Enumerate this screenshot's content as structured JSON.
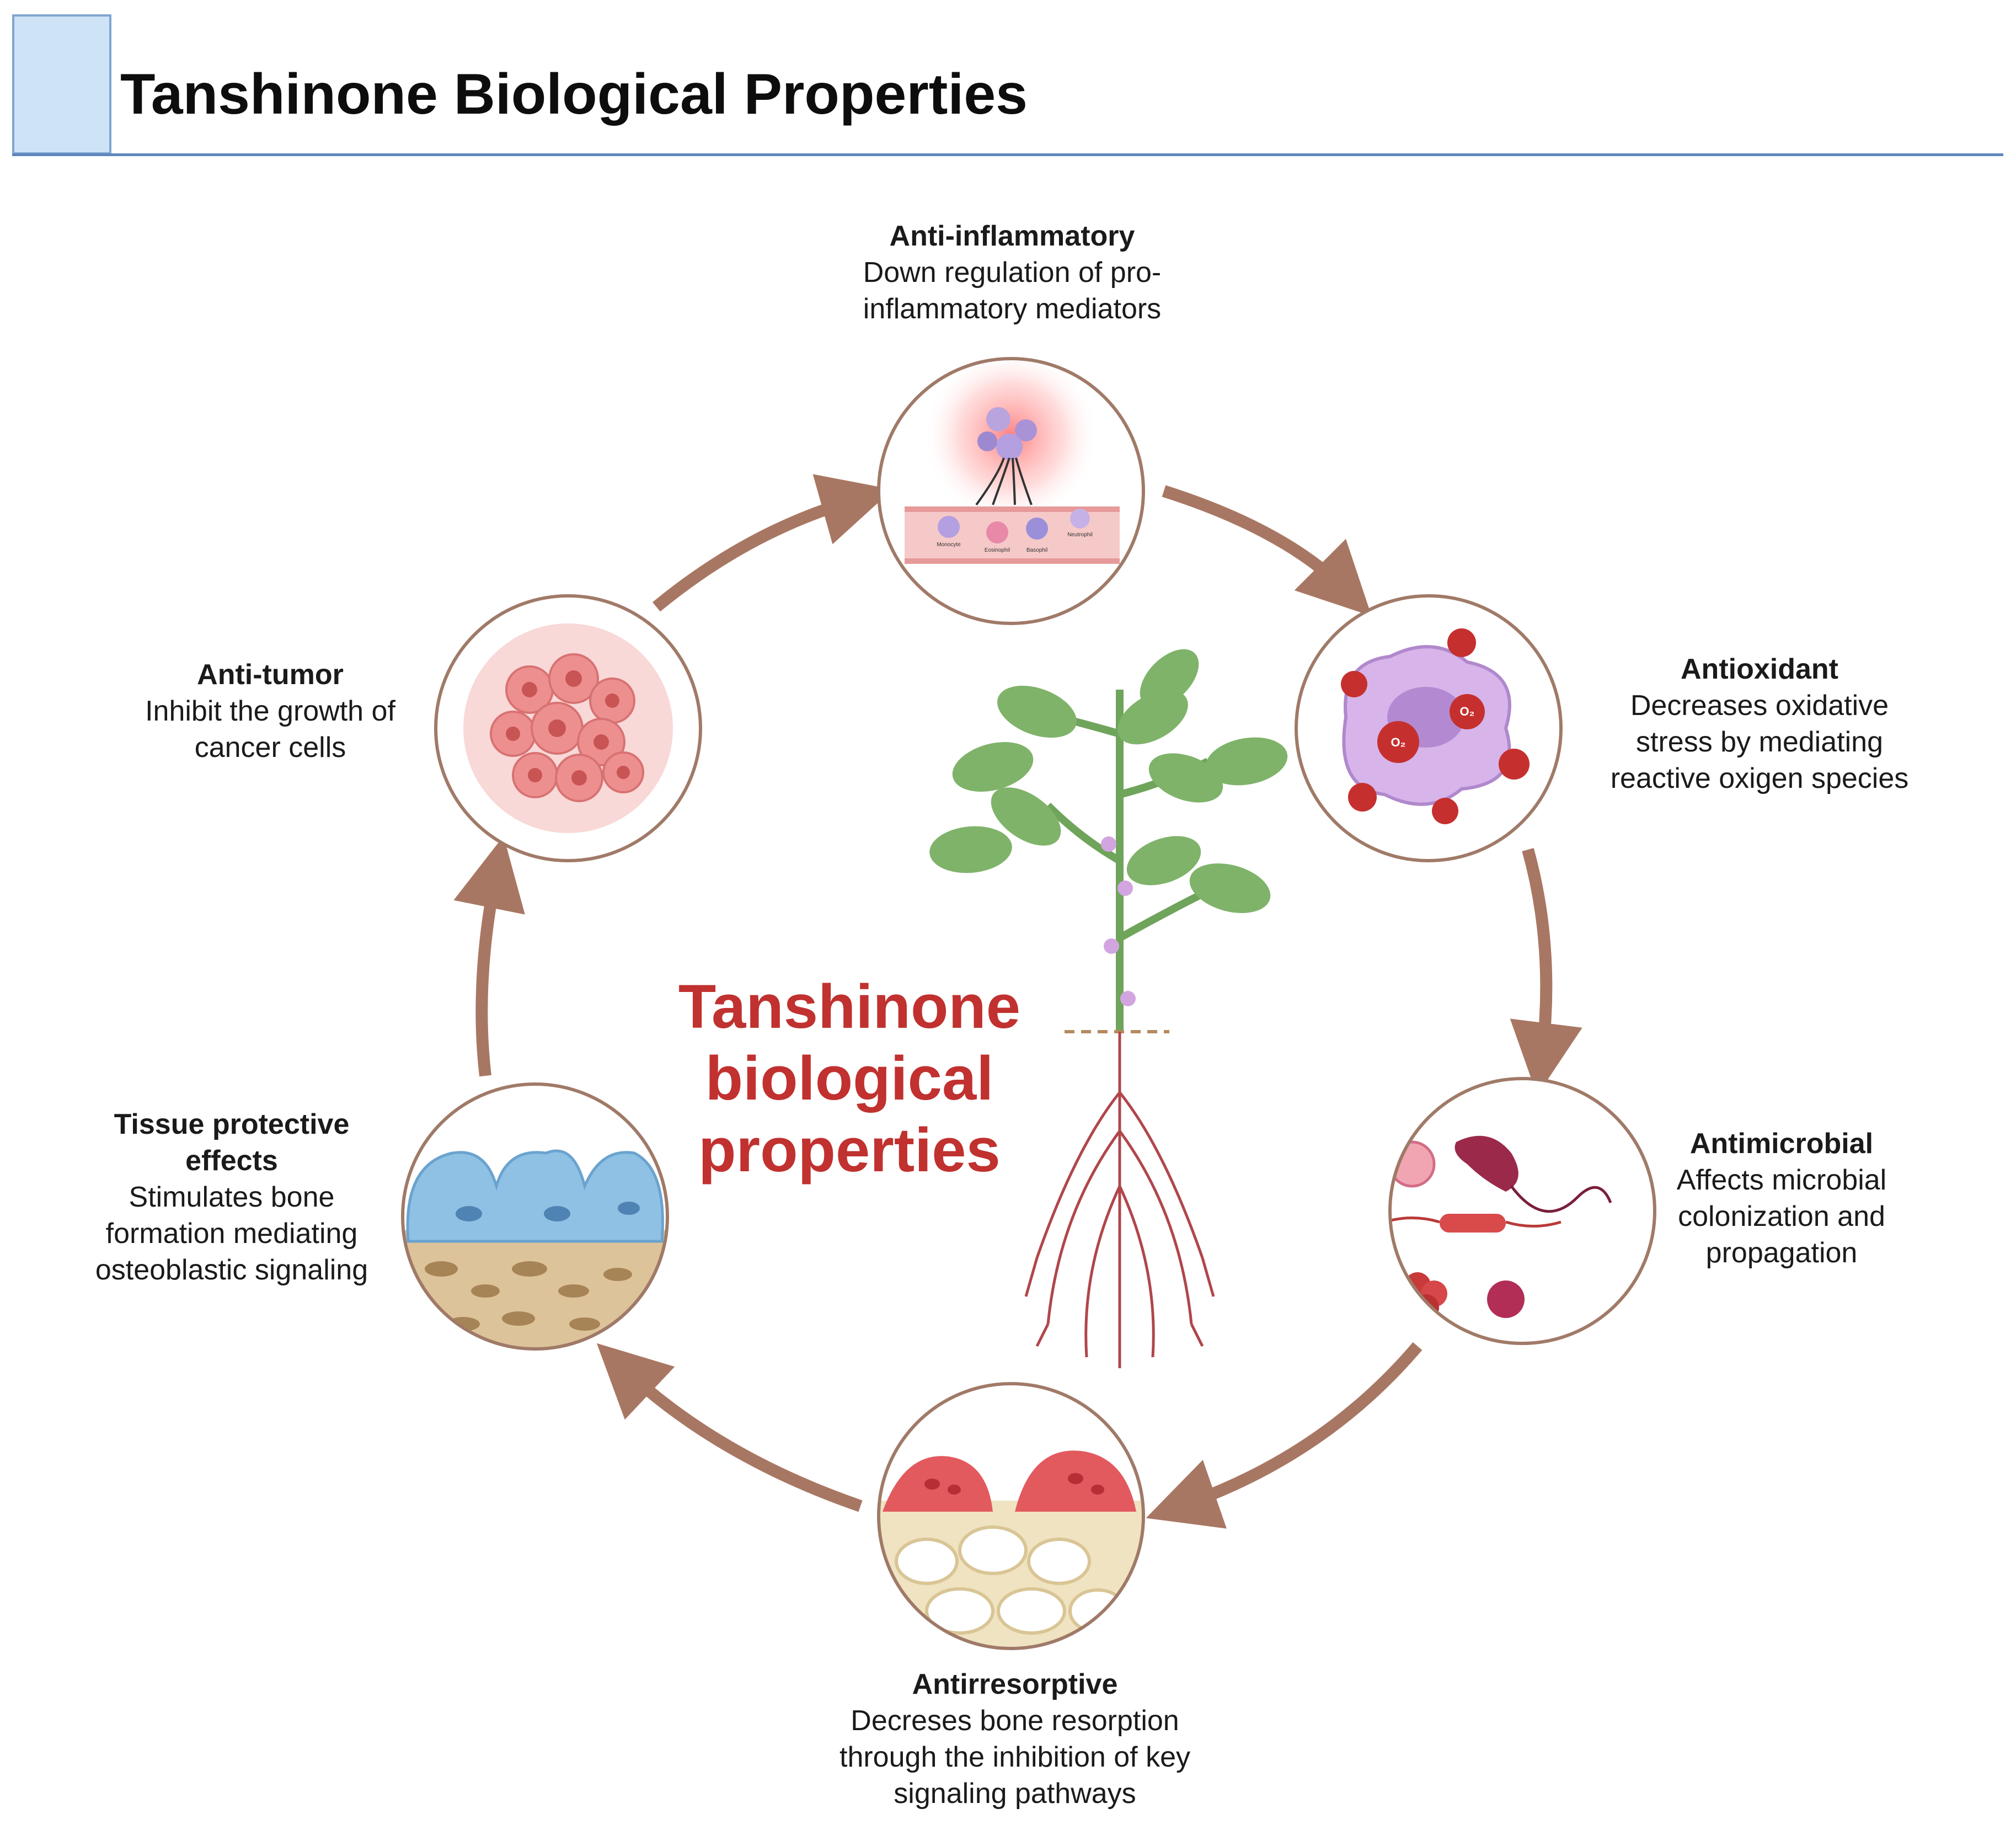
{
  "page": {
    "title": "Tanshinone Biological Properties"
  },
  "center": {
    "lines": [
      "Tanshinone",
      "biological",
      "properties"
    ]
  },
  "properties": [
    {
      "id": "anti-inflammatory",
      "title": "Anti-inflammatory",
      "description": [
        "Down regulation of pro-",
        "inflammatory mediators"
      ],
      "cell_labels": [
        "Monocyte",
        "Eosinophil",
        "Basophil",
        "Neutrophil"
      ]
    },
    {
      "id": "antioxidant",
      "title": "Antioxidant",
      "description": [
        "Decreases oxidative",
        "stress by mediating",
        "reactive oxigen species"
      ],
      "molecule_label": "O₂"
    },
    {
      "id": "antimicrobial",
      "title": "Antimicrobial",
      "description": [
        "Affects microbial",
        "colonization and",
        "propagation"
      ]
    },
    {
      "id": "antiresorptive",
      "title": "Antirresorptive",
      "description": [
        "Decreses bone resorption",
        "through the inhibition of key",
        "signaling pathways"
      ]
    },
    {
      "id": "tissue-protective",
      "title": [
        "Tissue protective",
        "effects"
      ],
      "description": [
        "Stimulates bone",
        "formation mediating",
        "osteoblastic signaling"
      ]
    },
    {
      "id": "anti-tumor",
      "title": "Anti-tumor",
      "description": [
        "Inhibit the growth of",
        "cancer cells"
      ]
    }
  ],
  "colors": {
    "arrow": "#a87763",
    "circle_border": "#a07a68",
    "title_rule": "#5d87bd",
    "center_text": "#c0312f",
    "leaf": "#7fb36a",
    "root": "#b0464b"
  }
}
